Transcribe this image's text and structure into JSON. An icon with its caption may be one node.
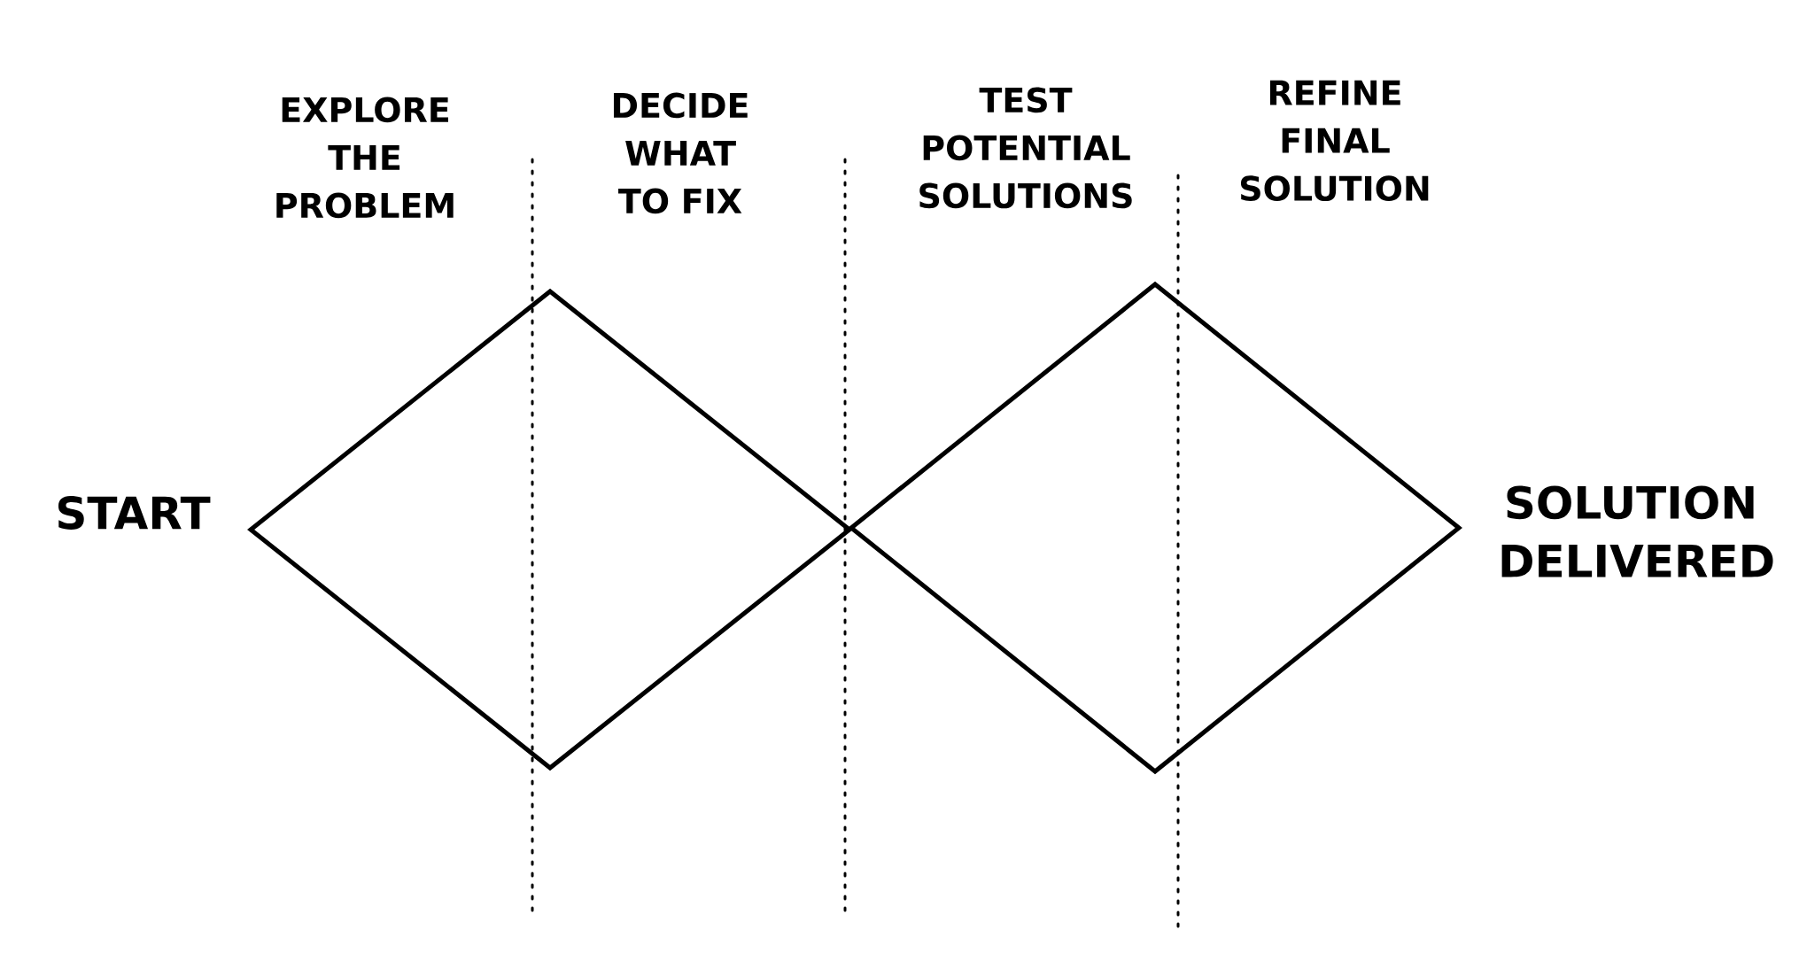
{
  "diagram": {
    "nodes": [
      {
        "text": [],
        "shape": "diamond",
        "beside": [
          "START"
        ]
      },
      {
        "text": [],
        "shape": "diamond",
        "beside": [
          "SOLUTION DELIVERED"
        ]
      }
    ],
    "labels": [
      "EXPLORE THE PROBLEM",
      "DECIDE WHAT TO FIX",
      "TEST POTENTIAL SOLUTIONS",
      "REFINE FINAL SOLUTION"
    ]
  }
}
